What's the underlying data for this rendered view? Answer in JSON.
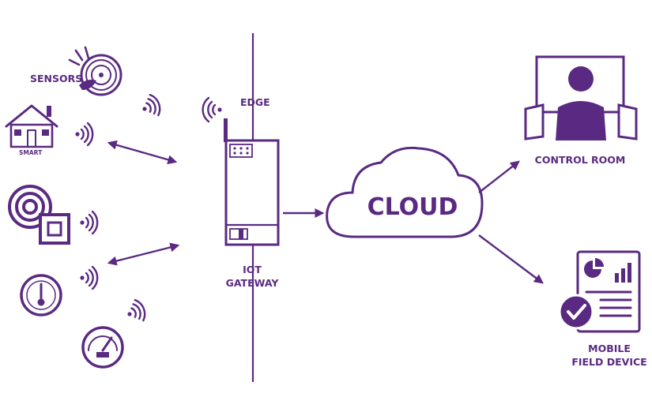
{
  "colors": {
    "primary": "#5a2a82",
    "background": "#ffffff"
  },
  "labels": {
    "sensors": "SENSORS",
    "smart": "SMART",
    "edge": "EDGE",
    "iot_line1": "IOT",
    "iot_line2": "GATEWAY",
    "cloud": "CLOUD",
    "control_room": "CONTROL ROOM",
    "mobile_line1": "MOBILE",
    "mobile_line2": "FIELD DEVICE"
  },
  "icons": [
    "smoke-detector-icon",
    "smart-home-icon",
    "rfid-tag-icon",
    "thermometer-gauge-icon",
    "speedometer-gauge-icon",
    "wifi-signal-icon",
    "iot-gateway-device-icon",
    "cloud-icon",
    "control-room-monitor-icon",
    "mobile-report-device-icon",
    "checkmark-icon"
  ]
}
